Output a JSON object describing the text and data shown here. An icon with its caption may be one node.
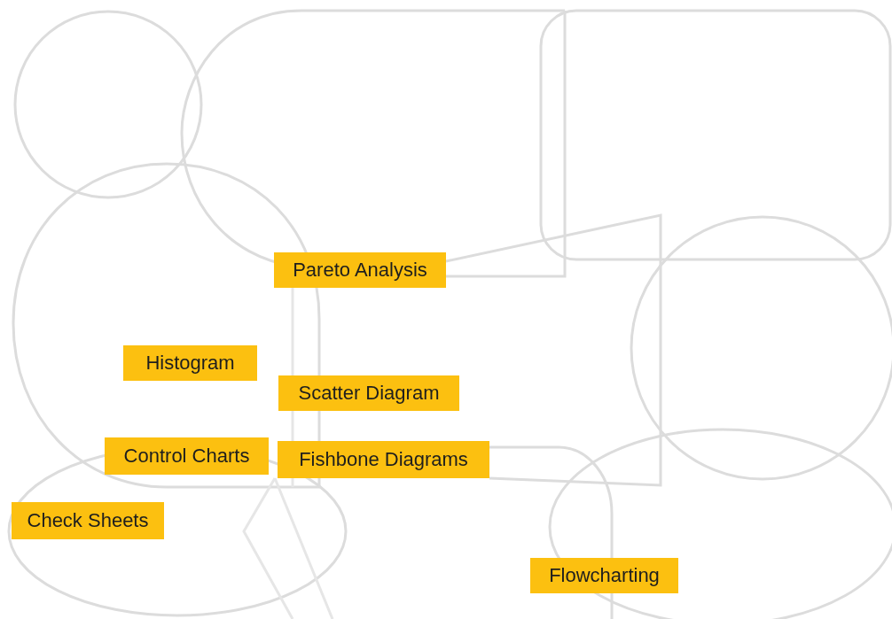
{
  "diagram": {
    "nodes": [
      {
        "text": [
          "Pareto Analysis"
        ]
      },
      {
        "text": [
          "Histogram"
        ]
      },
      {
        "text": [
          "Scatter Diagram"
        ]
      },
      {
        "text": [
          "Control Charts"
        ]
      },
      {
        "text": [
          "Fishbone Diagrams"
        ]
      },
      {
        "text": [
          "Check Sheets"
        ]
      },
      {
        "text": [
          "Flowcharting"
        ]
      }
    ]
  }
}
